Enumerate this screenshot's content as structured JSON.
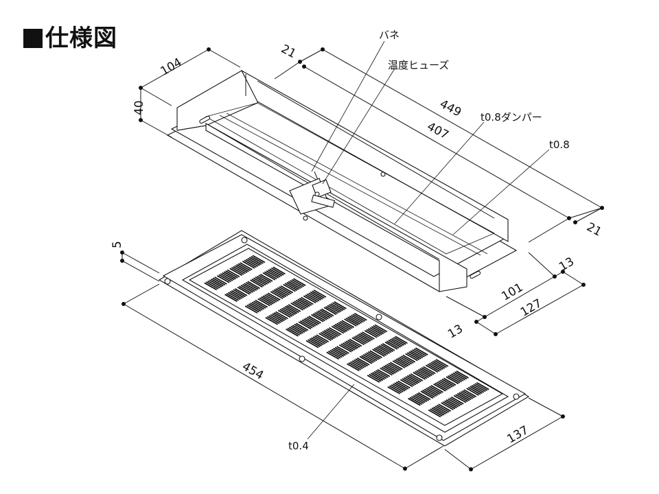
{
  "title": "仕様図",
  "labels": {
    "spring": "バネ",
    "fuse": "温度ヒューズ",
    "damper": "t0.8ダンパー",
    "box_thickness": "t0.8",
    "grille_thickness": "t0.4"
  },
  "dimensions": {
    "box_depth": "104",
    "box_height": "40",
    "top_offset": "21",
    "length_outer": "449",
    "length_inner": "407",
    "right_offset": "21",
    "flange_right": "13",
    "width_inner": "101",
    "width_outer": "127",
    "flange_left": "13",
    "grille_thickness": "5",
    "grille_length": "454",
    "grille_width": "137"
  }
}
